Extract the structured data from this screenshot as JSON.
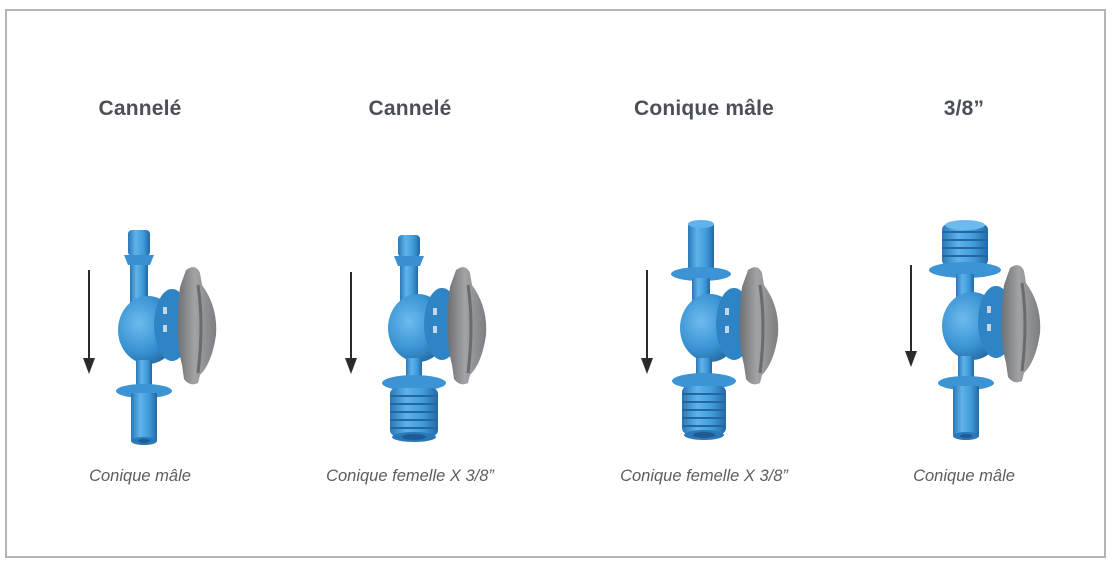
{
  "diagram": {
    "frame": {
      "border_color": "#b4b4b4",
      "background": "#ffffff"
    },
    "colors": {
      "valve_body": "#3f9ad8",
      "valve_body_dark": "#2a78b8",
      "valve_body_light": "#7cc2ee",
      "handle": "#8e8f92",
      "handle_dark": "#5f6064",
      "arrow": "#2b2b2b",
      "title_text": "#4b4f57",
      "caption_text": "#5a5d63"
    },
    "items": [
      {
        "top_label": "Cannelé",
        "bottom_label": "Conique mâle",
        "top_fitting": "barbed",
        "bottom_fitting": "smooth-male",
        "flow_direction": "down"
      },
      {
        "top_label": "Cannelé",
        "bottom_label": "Conique femelle X 3/8”",
        "top_fitting": "barbed",
        "bottom_fitting": "threaded-female",
        "flow_direction": "down"
      },
      {
        "top_label": "Conique mâle",
        "bottom_label": "Conique femelle X 3/8”",
        "top_fitting": "smooth-male",
        "bottom_fitting": "threaded-female",
        "flow_direction": "down"
      },
      {
        "top_label": "3/8”",
        "bottom_label": "Conique mâle",
        "top_fitting": "threaded",
        "bottom_fitting": "smooth-male",
        "flow_direction": "down"
      }
    ]
  }
}
